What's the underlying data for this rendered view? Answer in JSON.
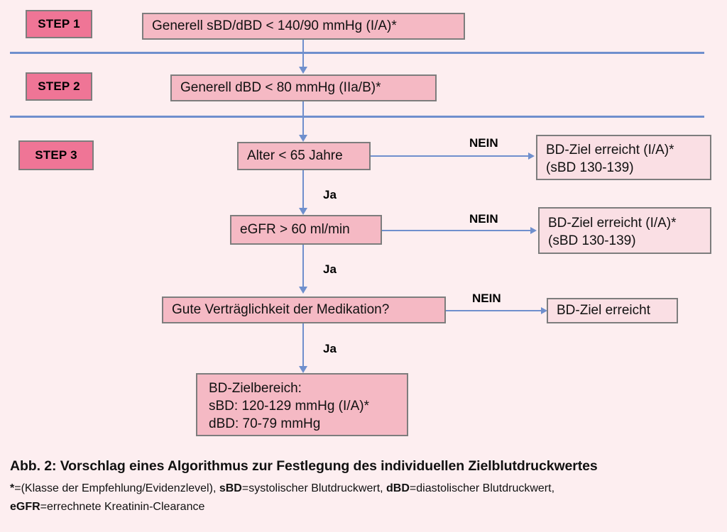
{
  "figure": {
    "background_color": "#fdeef0",
    "decision_fill": "#f5b9c4",
    "outcome_fill": "#fadfe4",
    "badge_fill": "#ef7596",
    "connector_color": "#6f8fcd",
    "border_color": "#7d7d7d"
  },
  "steps": [
    {
      "label": "STEP 1"
    },
    {
      "label": "STEP 2"
    },
    {
      "label": "STEP 3"
    }
  ],
  "nodes": {
    "step1_box": "Generell sBD/dBD < 140/90 mmHg (I/A)*",
    "step2_box": "Generell dBD < 80 mmHg (IIa/B)*",
    "decision_age": "Alter < 65 Jahre",
    "decision_egfr": "eGFR > 60 ml/min",
    "decision_tolerance": "Gute Verträglichkeit der Medikation?",
    "outcome_age_line1": "BD-Ziel erreicht (I/A)*",
    "outcome_age_line2": "(sBD 130-139)",
    "outcome_egfr_line1": "BD-Ziel erreicht (I/A)*",
    "outcome_egfr_line2": "(sBD 130-139)",
    "outcome_tolerance": "BD-Ziel erreicht",
    "target_line1": "BD-Zielbereich:",
    "target_line2": "sBD: 120-129 mmHg (I/A)*",
    "target_line3": "dBD: 70-79 mmHg"
  },
  "edge_labels": {
    "no_age": "NEIN",
    "no_egfr": "NEIN",
    "no_tolerance": "NEIN",
    "yes_age": "Ja",
    "yes_egfr": "Ja",
    "yes_tolerance": "Ja"
  },
  "caption": {
    "title": "Abb. 2: Vorschlag eines Algorithmus zur Festlegung des individuellen Zielblutdruckwertes",
    "line1_prefix": "*",
    "line1_a": "=(Klasse der Empfehlung/Evidenzlevel), ",
    "line1_b_bold": "sBD",
    "line1_c": "=systolischer Blutdruckwert, ",
    "line1_d_bold": "dBD",
    "line1_e": "=diastolischer Blutdruckwert,",
    "line2_bold": "eGFR",
    "line2_rest": "=errechnete Kreatinin-Clearance"
  }
}
